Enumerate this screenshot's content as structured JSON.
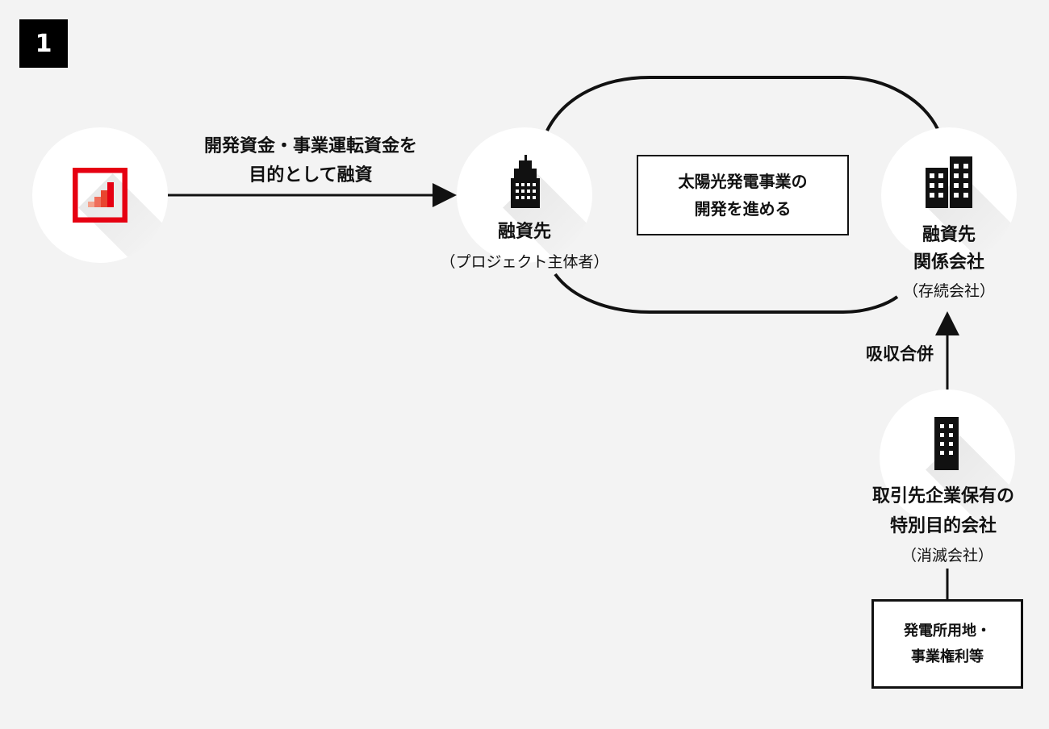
{
  "step_number": "1",
  "lender": {
    "icon": "bank-logo-icon",
    "brand_color": "#e60012"
  },
  "arrow_loan": {
    "line1": "開発資金・事業運転資金を",
    "line2": "目的として融資"
  },
  "borrower": {
    "title": "融資先",
    "subtitle": "（プロジェクト主体者）",
    "icon": "tower-building-icon"
  },
  "project_box": {
    "line1": "太陽光発電事業の",
    "line2": "開発を進める"
  },
  "affiliate": {
    "title_line1": "融資先",
    "title_line2": "関係会社",
    "subtitle": "（存続会社）",
    "icon": "office-buildings-icon"
  },
  "merger_label": "吸収合併",
  "spc": {
    "title_line1": "取引先企業保有の",
    "title_line2": "特別目的会社",
    "subtitle": "（消滅会社）",
    "icon": "narrow-building-icon"
  },
  "assets_box": {
    "line1": "発電所用地・",
    "line2": "事業権利等"
  }
}
